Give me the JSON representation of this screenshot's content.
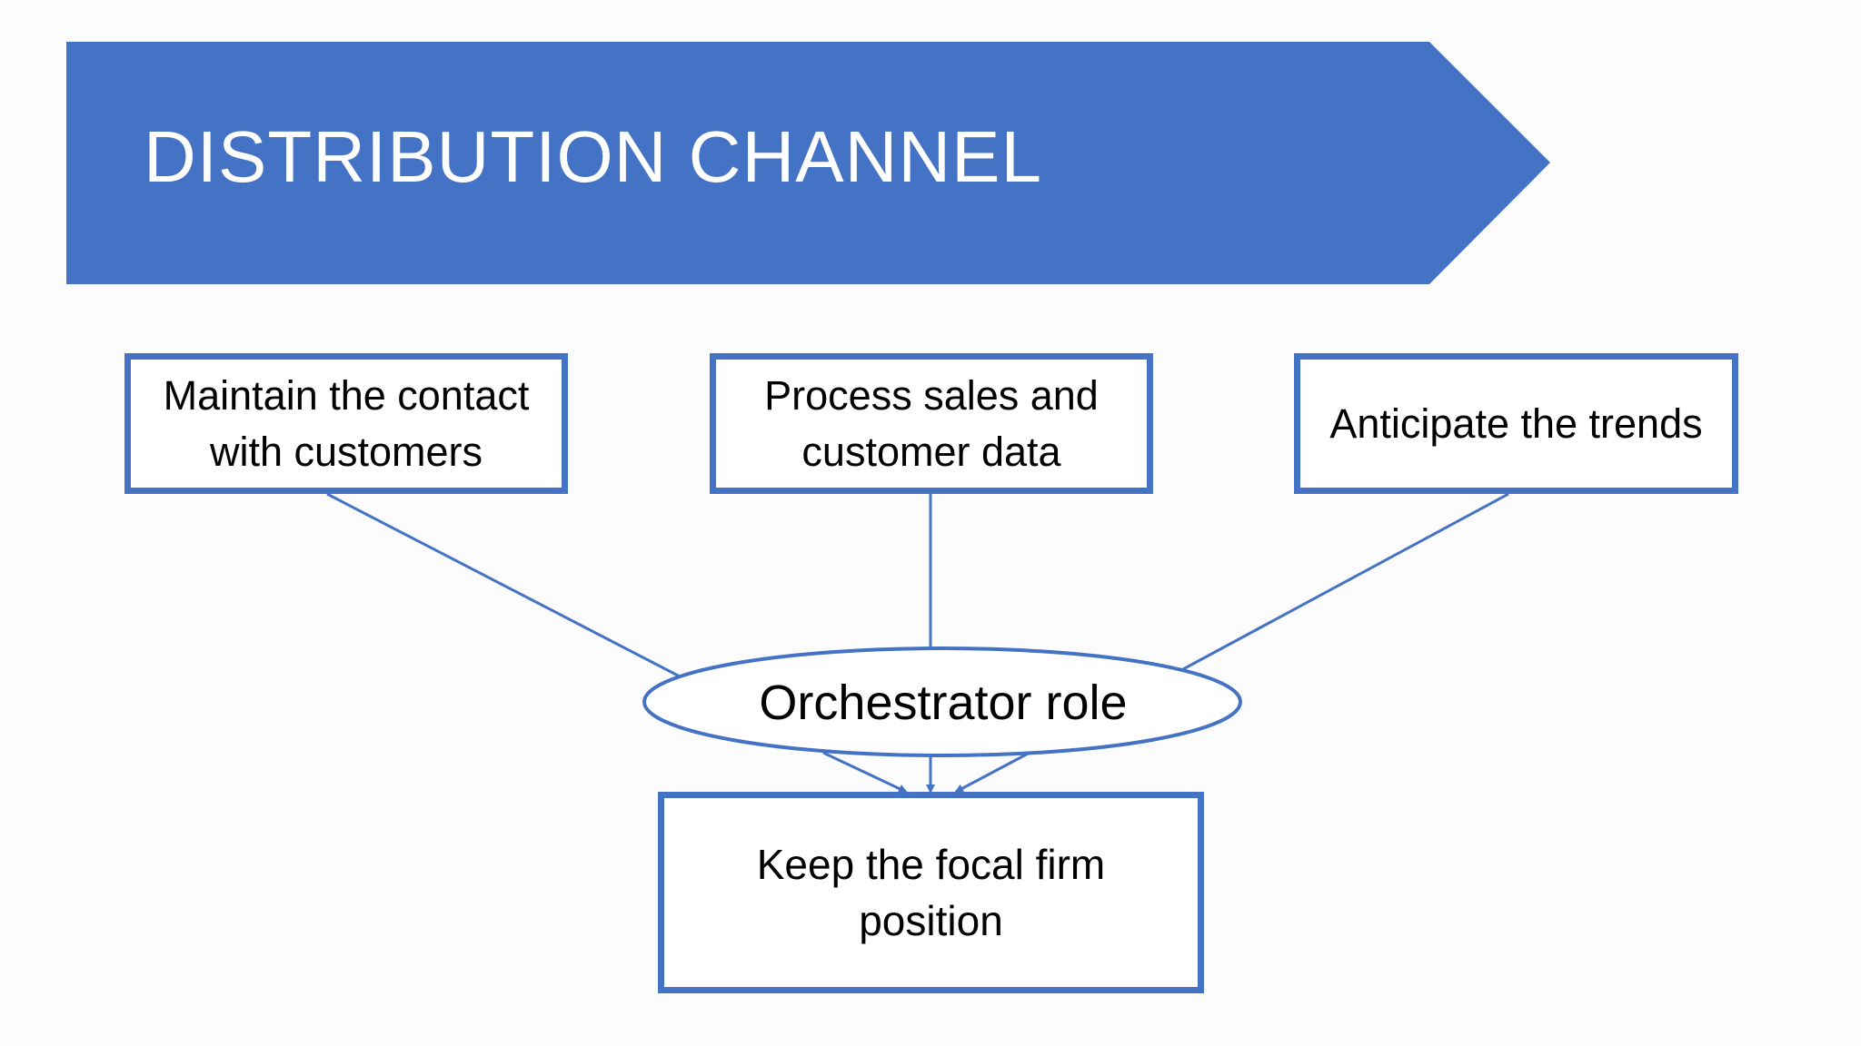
{
  "title": "DISTRIBUTION CHANNEL",
  "colors": {
    "accent": "#4472c4",
    "banner_text": "#ffffff",
    "box_fill": "#ffffff",
    "text": "#000000"
  },
  "nodes": {
    "contact": "Maintain the contact with customers",
    "sales": "Process sales and customer data",
    "trends": "Anticipate the trends",
    "orchestrator": "Orchestrator role",
    "focal": "Keep the focal firm position"
  },
  "edges": [
    {
      "from": "contact",
      "to": "orchestrator"
    },
    {
      "from": "sales",
      "to": "orchestrator"
    },
    {
      "from": "trends",
      "to": "orchestrator"
    },
    {
      "from": "orchestrator",
      "to": "focal"
    }
  ]
}
